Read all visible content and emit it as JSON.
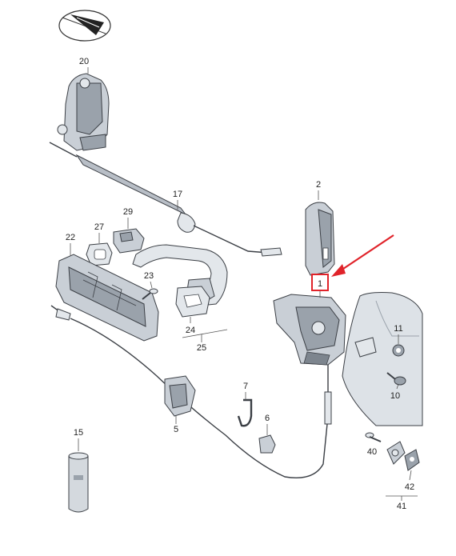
{
  "diagram": {
    "highlighted_part": "1",
    "accent_color": "#e0232a",
    "labels": {
      "p1": "1",
      "p2": "2",
      "p5": "5",
      "p6": "6",
      "p7": "7",
      "p10": "10",
      "p11": "11",
      "p15": "15",
      "p17": "17",
      "p20": "20",
      "p22": "22",
      "p23": "23",
      "p24": "24",
      "p25": "25",
      "p27": "27",
      "p29": "29",
      "p40": "40",
      "p41": "41",
      "p42": "42"
    },
    "icons": {
      "logo": "direction-arrow-logo"
    }
  }
}
